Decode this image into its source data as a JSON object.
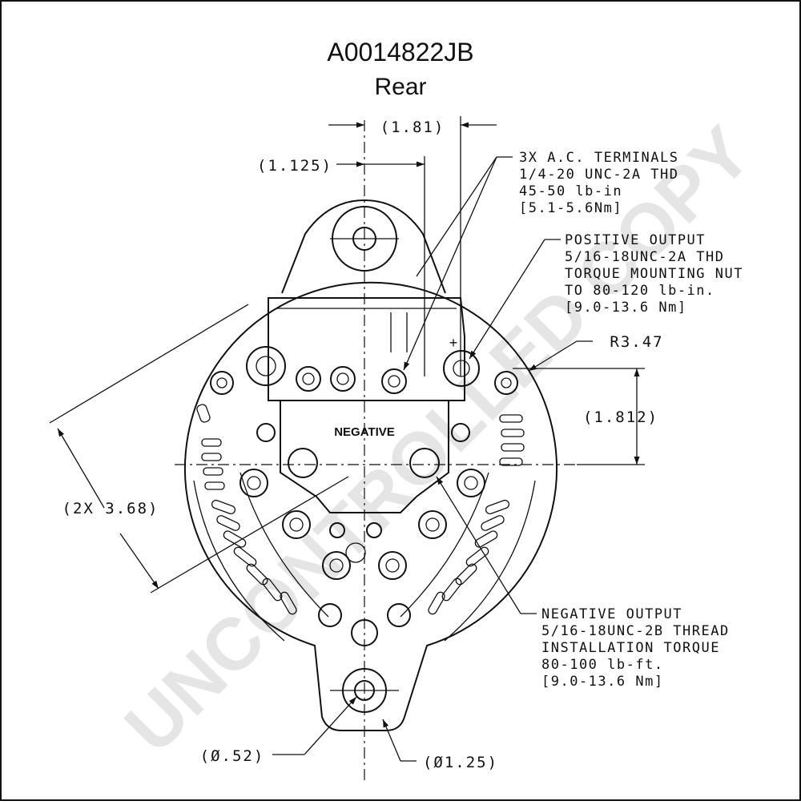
{
  "title": {
    "part_number": "A0014822JB",
    "view": "Rear"
  },
  "watermark": "UNCONTROLLED COPY",
  "labels": {
    "negative_marking": "NEGATIVE",
    "positive_marking": "+"
  },
  "dimensions": {
    "d1": "(1.81)",
    "d2": "(1.125)",
    "d3": "R3.47",
    "d4": "(1.812)",
    "d5": "(2X 3.68)",
    "d6": "(Ø.52)",
    "d7": "(Ø1.25)"
  },
  "callouts": {
    "ac_terminals": [
      "3X A.C. TERMINALS",
      "1/4-20 UNC-2A THD",
      "45-50 lb-in",
      "[5.1-5.6Nm]"
    ],
    "positive_output": [
      "POSITIVE OUTPUT",
      "5/16-18UNC-2A THD",
      "TORQUE MOUNTING NUT",
      "TO 80-120 lb-in.",
      "[9.0-13.6 Nm]"
    ],
    "negative_output": [
      "NEGATIVE OUTPUT",
      "5/16-18UNC-2B THREAD",
      "INSTALLATION TORQUE",
      "80-100 lb-ft.",
      "[9.0-13.6 Nm]"
    ]
  },
  "colors": {
    "line": "#111111",
    "watermark": "#cfcfcf",
    "background": "#ffffff"
  }
}
